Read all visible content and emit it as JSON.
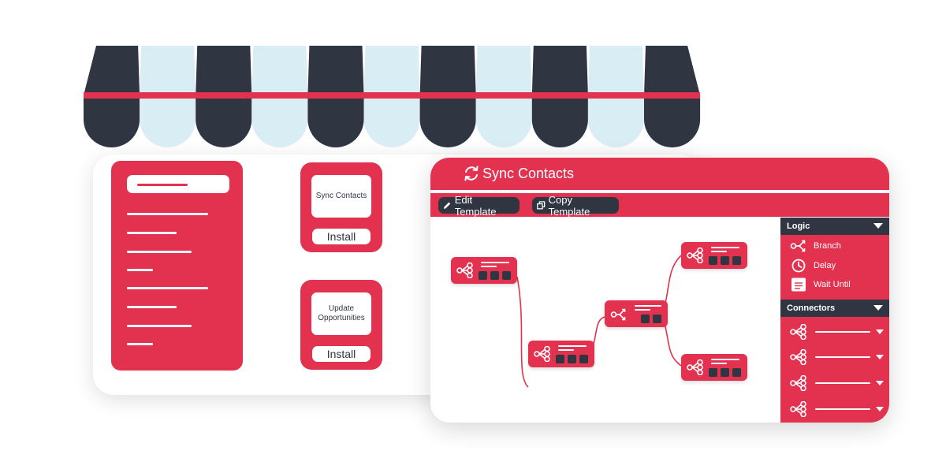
{
  "colors": {
    "brand_red": "#e33250",
    "dark": "#2f3541",
    "awning_light": "#d9eef4",
    "white": "#ffffff"
  },
  "storefront": {
    "apps": [
      {
        "name": "Sync Contacts",
        "button_label": "Install"
      },
      {
        "name": "Update Opportunities",
        "button_label": "Install"
      }
    ]
  },
  "editor": {
    "title": "Sync Contacts",
    "title_icon": "sync-icon",
    "toolbar": {
      "edit_label": "Edit Template",
      "edit_icon": "pencil-icon",
      "copy_label": "Copy Template",
      "copy_icon": "copy-icon"
    },
    "panel": {
      "logic_header": "Logic",
      "logic_items": [
        {
          "label": "Branch",
          "icon": "branch-icon"
        },
        {
          "label": "Delay",
          "icon": "clock-icon"
        },
        {
          "label": "Wait Until",
          "icon": "calendar-icon"
        }
      ],
      "connectors_header": "Connectors",
      "connector_icon": "share-icon"
    }
  }
}
